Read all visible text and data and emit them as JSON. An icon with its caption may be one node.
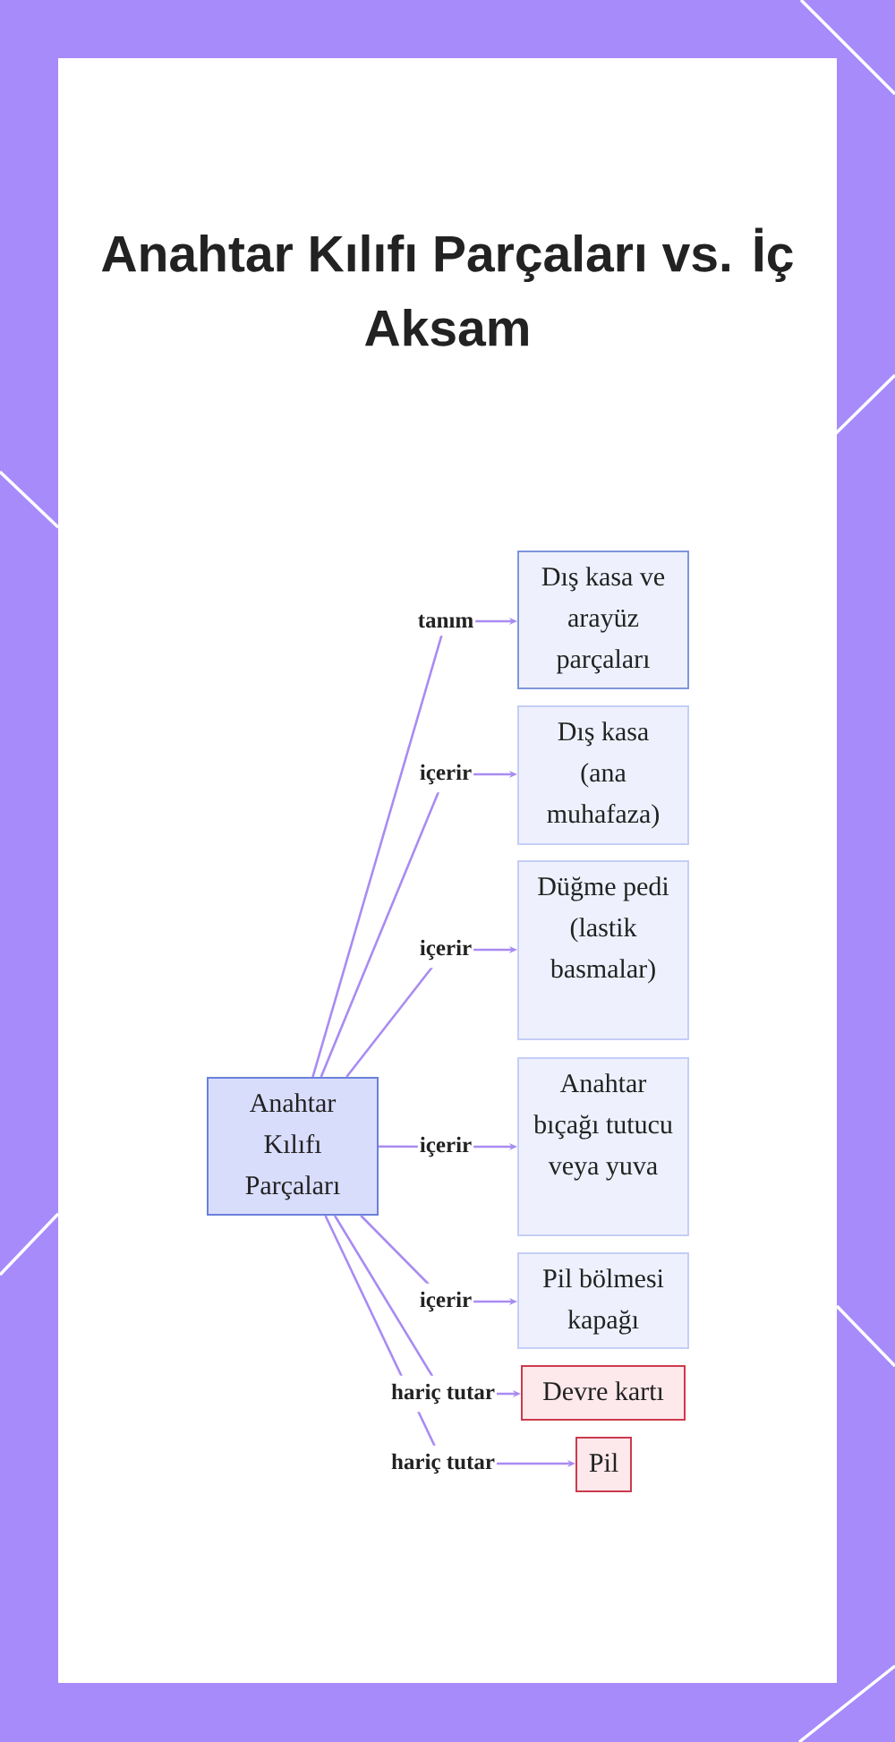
{
  "diagram": {
    "title": "Anahtar Kılıfı Parçaları vs. İç Aksam",
    "nodes": [
      {
        "text": [
          "Anahtar Kılıfı Parçaları"
        ]
      },
      {
        "text": [
          "Dış kasa ve arayüz parçaları"
        ]
      },
      {
        "text": [
          "Dış kasa (ana muhafaza)"
        ]
      },
      {
        "text": [
          "Düğme pedi (lastik basmalar)"
        ]
      },
      {
        "text": [
          "Anahtar bıçağı tutucu veya yuva"
        ]
      },
      {
        "text": [
          "Pil bölmesi kapağı"
        ]
      },
      {
        "text": [
          "Devre kartı"
        ]
      },
      {
        "text": [
          "Pil"
        ]
      }
    ],
    "edges": [
      {
        "from": 0,
        "to": 1,
        "arrow": "to",
        "label": "tanım"
      },
      {
        "from": 0,
        "to": 2,
        "arrow": "to",
        "label": "içerir"
      },
      {
        "from": 0,
        "to": 3,
        "arrow": "to",
        "label": "içerir"
      },
      {
        "from": 0,
        "to": 4,
        "arrow": "to",
        "label": "içerir"
      },
      {
        "from": 0,
        "to": 5,
        "arrow": "to",
        "label": "içerir"
      },
      {
        "from": 0,
        "to": 6,
        "arrow": "to",
        "label": "hariç tutar"
      },
      {
        "from": 0,
        "to": 7,
        "arrow": "to",
        "label": "hariç tutar"
      }
    ]
  }
}
